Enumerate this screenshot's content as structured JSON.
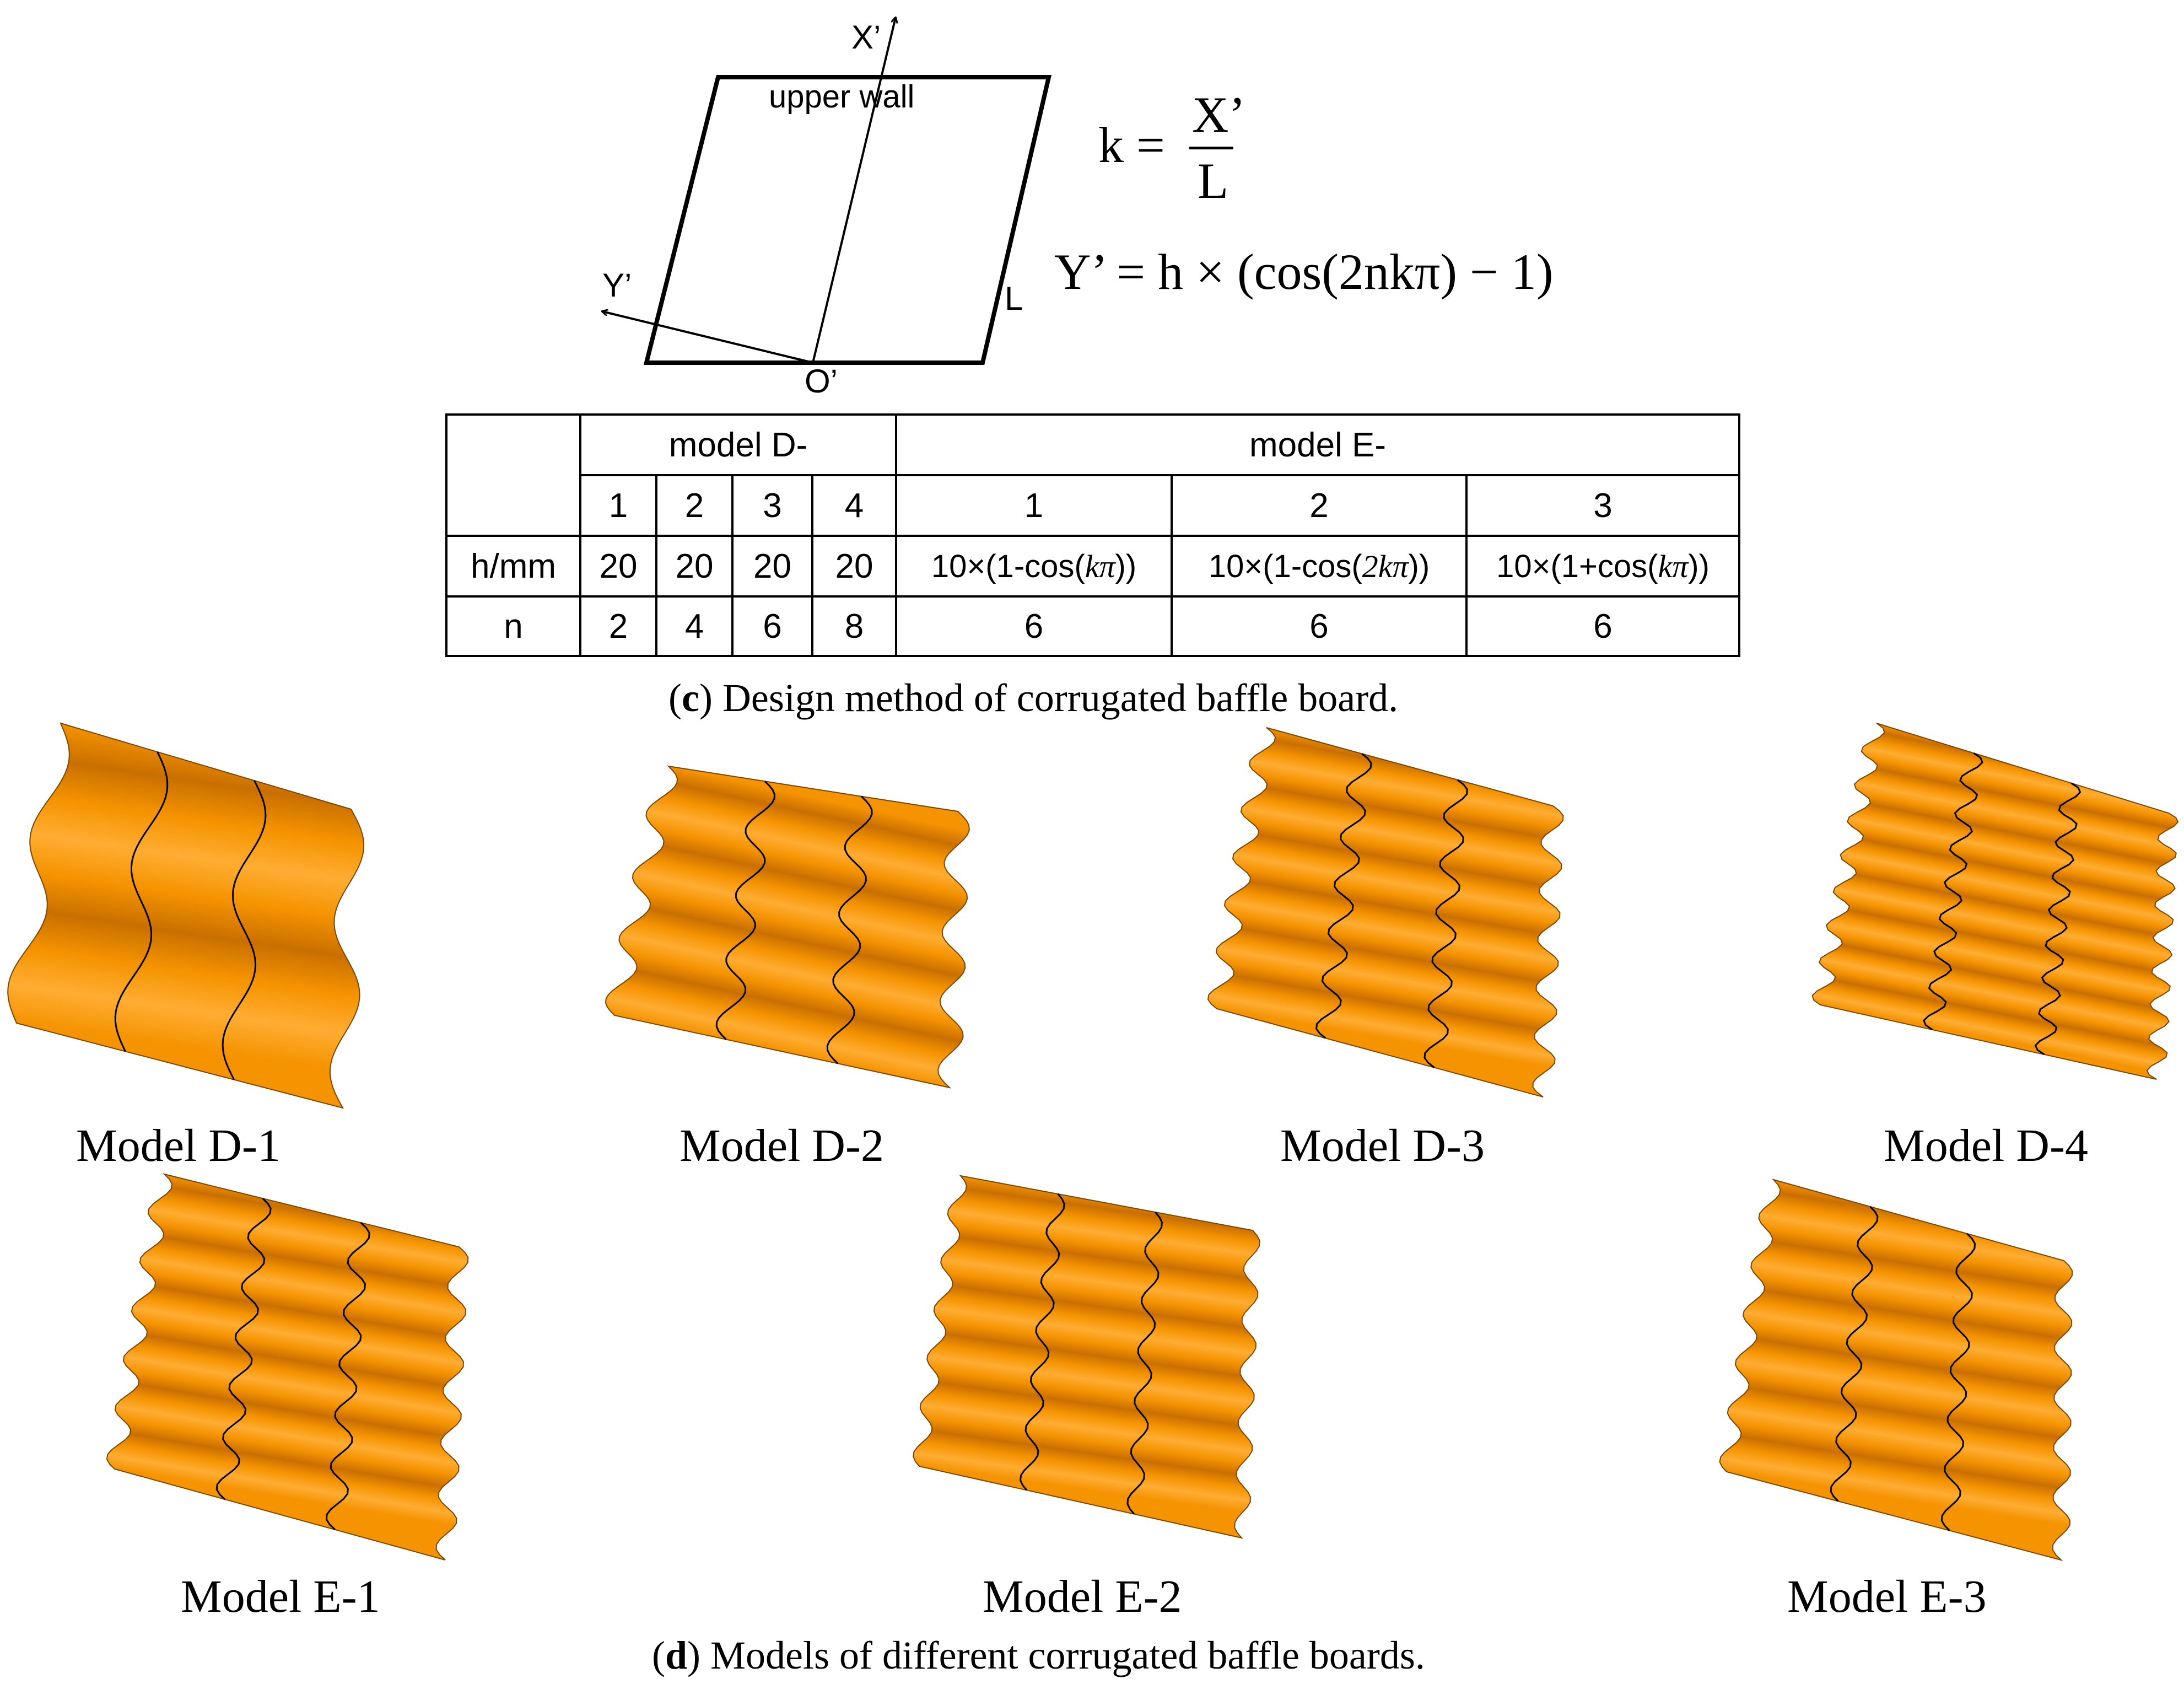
{
  "schematic": {
    "axis_x_label": "X’",
    "axis_y_label": "Y’",
    "origin_label": "O’",
    "top_edge_label": "upper wall",
    "side_label": "L"
  },
  "formulas": {
    "k_lhs": "k =",
    "k_numerator": "X’",
    "k_denominator": "L",
    "y_formula": "Y’ = h × (cos(2nkπ) − 1)"
  },
  "table": {
    "group_d": "model D-",
    "group_e": "model E-",
    "columns": [
      "1",
      "2",
      "3",
      "4",
      "1",
      "2",
      "3"
    ],
    "rows": [
      {
        "label": "h/mm",
        "values": [
          "20",
          "20",
          "20",
          "20"
        ],
        "formulas": [
          {
            "prefix": "10×(1-cos(",
            "var": "kπ",
            "suffix": "))"
          },
          {
            "prefix": "10×(1-cos(",
            "var": "2kπ",
            "suffix": "))"
          },
          {
            "prefix": "10×(1+cos(",
            "var": "kπ",
            "suffix": "))"
          }
        ]
      },
      {
        "label": "n",
        "values": [
          "2",
          "4",
          "6",
          "8",
          "6",
          "6",
          "6"
        ]
      }
    ]
  },
  "caption_c": {
    "letter": "c",
    "text": ") Design method of corrugated baffle board."
  },
  "caption_d": {
    "letter": "d",
    "text": ") Models of different corrugated baffle boards."
  },
  "models": [
    {
      "label": "Model D-1",
      "waves": 2,
      "amp": 25
    },
    {
      "label": "Model D-2",
      "waves": 4,
      "amp": 22
    },
    {
      "label": "Model D-3",
      "waves": 6,
      "amp": 20
    },
    {
      "label": "Model D-4",
      "waves": 8,
      "amp": 18
    },
    {
      "label": "Model E-1",
      "waves": 6,
      "amp": 18
    },
    {
      "label": "Model E-2",
      "waves": 6,
      "amp": 14
    },
    {
      "label": "Model E-3",
      "waves": 6,
      "amp": 16
    }
  ],
  "colors": {
    "board": "#f59300",
    "board_dark": "#c96f00",
    "board_light": "#ffad33",
    "line": "#000000"
  }
}
